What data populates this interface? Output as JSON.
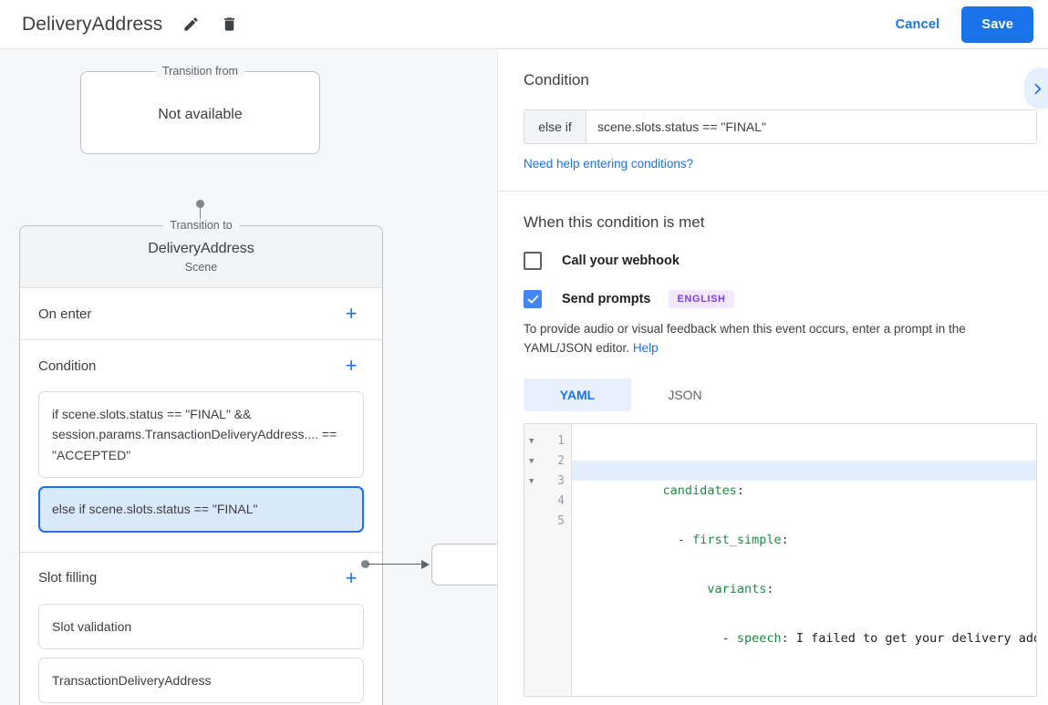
{
  "topbar": {
    "title": "DeliveryAddress",
    "edit_icon": "pencil-icon",
    "delete_icon": "trash-icon",
    "cancel_label": "Cancel",
    "save_label": "Save",
    "accent": "#1a73e8"
  },
  "canvas": {
    "transition_from": {
      "legend": "Transition from",
      "value": "Not available"
    },
    "transition_to": {
      "legend": "Transition to",
      "name": "DeliveryAddress",
      "type": "Scene"
    },
    "sections": [
      {
        "title": "On enter",
        "add_label": "+",
        "items": []
      },
      {
        "title": "Condition",
        "add_label": "+",
        "items": [
          {
            "text": "if scene.slots.status == \"FINAL\" && session.params.TransactionDeliveryAddress.... == \"ACCEPTED\"",
            "selected": false
          },
          {
            "text": "else if scene.slots.status == \"FINAL\"",
            "selected": true
          }
        ]
      },
      {
        "title": "Slot filling",
        "add_label": "+",
        "items": [
          {
            "text": "Slot validation",
            "selected": false
          },
          {
            "text": "TransactionDeliveryAddress",
            "selected": false
          }
        ]
      }
    ]
  },
  "panel": {
    "condition": {
      "heading": "Condition",
      "prefix": "else if",
      "expression": "scene.slots.status == \"FINAL\"",
      "help_link": "Need help entering conditions?",
      "expand_icon": "chevron-right-icon"
    },
    "when_met": {
      "heading": "When this condition is met",
      "webhook": {
        "label": "Call your webhook",
        "checked": false
      },
      "prompts": {
        "label": "Send prompts",
        "checked": true,
        "language_chip": "ENGLISH",
        "chip_bg": "#f3e8fd",
        "chip_fg": "#7e3ff2"
      },
      "description": "To provide audio or visual feedback when this event occurs, enter a prompt in the YAML/JSON editor.",
      "help_link": "Help",
      "tabs": [
        {
          "label": "YAML",
          "active": true
        },
        {
          "label": "JSON",
          "active": false
        }
      ],
      "editor": {
        "lines": [
          {
            "num": "1",
            "fold": true,
            "highlight": true,
            "indent": "",
            "key": "candidates",
            "colon": ":",
            "value": ""
          },
          {
            "num": "2",
            "fold": true,
            "highlight": false,
            "indent": "  - ",
            "key": "first_simple",
            "colon": ":",
            "value": ""
          },
          {
            "num": "3",
            "fold": true,
            "highlight": false,
            "indent": "      ",
            "key": "variants",
            "colon": ":",
            "value": ""
          },
          {
            "num": "4",
            "fold": false,
            "highlight": false,
            "indent": "        - ",
            "key": "speech",
            "colon": ":",
            "value": " I failed to get your delivery address"
          },
          {
            "num": "5",
            "fold": false,
            "highlight": false,
            "indent": "",
            "key": "",
            "colon": "",
            "value": ""
          }
        ],
        "key_color": "#1a8c45"
      }
    }
  }
}
